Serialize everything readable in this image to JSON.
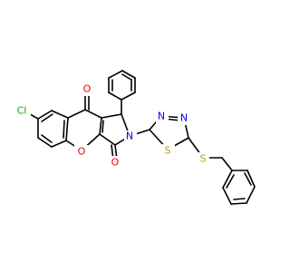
{
  "diagram": {
    "type": "chemical-structure",
    "colors": {
      "bond": "#000000",
      "oxygen": "#ff0000",
      "nitrogen": "#0000ff",
      "sulfur": "#b8a000",
      "chlorine": "#00b000"
    },
    "atoms": {
      "O1": "O",
      "O2": "O",
      "O3": "O",
      "N1": "N",
      "N2": "N",
      "N3": "N",
      "S1": "S",
      "S2": "S",
      "Cl": "Cl"
    }
  }
}
